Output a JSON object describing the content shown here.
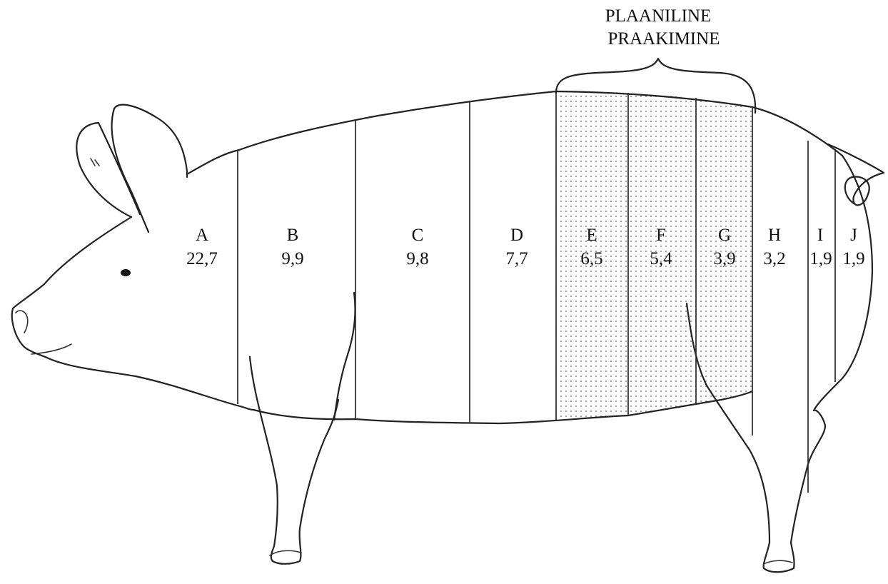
{
  "annotation": {
    "line1": "PLAANILINE",
    "line2": "PRAAKIMINE"
  },
  "segments": [
    {
      "letter": "A",
      "value": "22,7",
      "hatched": false
    },
    {
      "letter": "B",
      "value": "9,9",
      "hatched": false
    },
    {
      "letter": "C",
      "value": "9,8",
      "hatched": false
    },
    {
      "letter": "D",
      "value": "7,7",
      "hatched": false
    },
    {
      "letter": "E",
      "value": "6,5",
      "hatched": true
    },
    {
      "letter": "F",
      "value": "5,4",
      "hatched": true
    },
    {
      "letter": "G",
      "value": "3,9",
      "hatched": true
    },
    {
      "letter": "H",
      "value": "3,2",
      "hatched": false
    },
    {
      "letter": "I",
      "value": "1,9",
      "hatched": false
    },
    {
      "letter": "J",
      "value": "1,9",
      "hatched": false
    }
  ],
  "colors": {
    "line": "#222222",
    "dots": "#777777",
    "background": "#ffffff"
  }
}
